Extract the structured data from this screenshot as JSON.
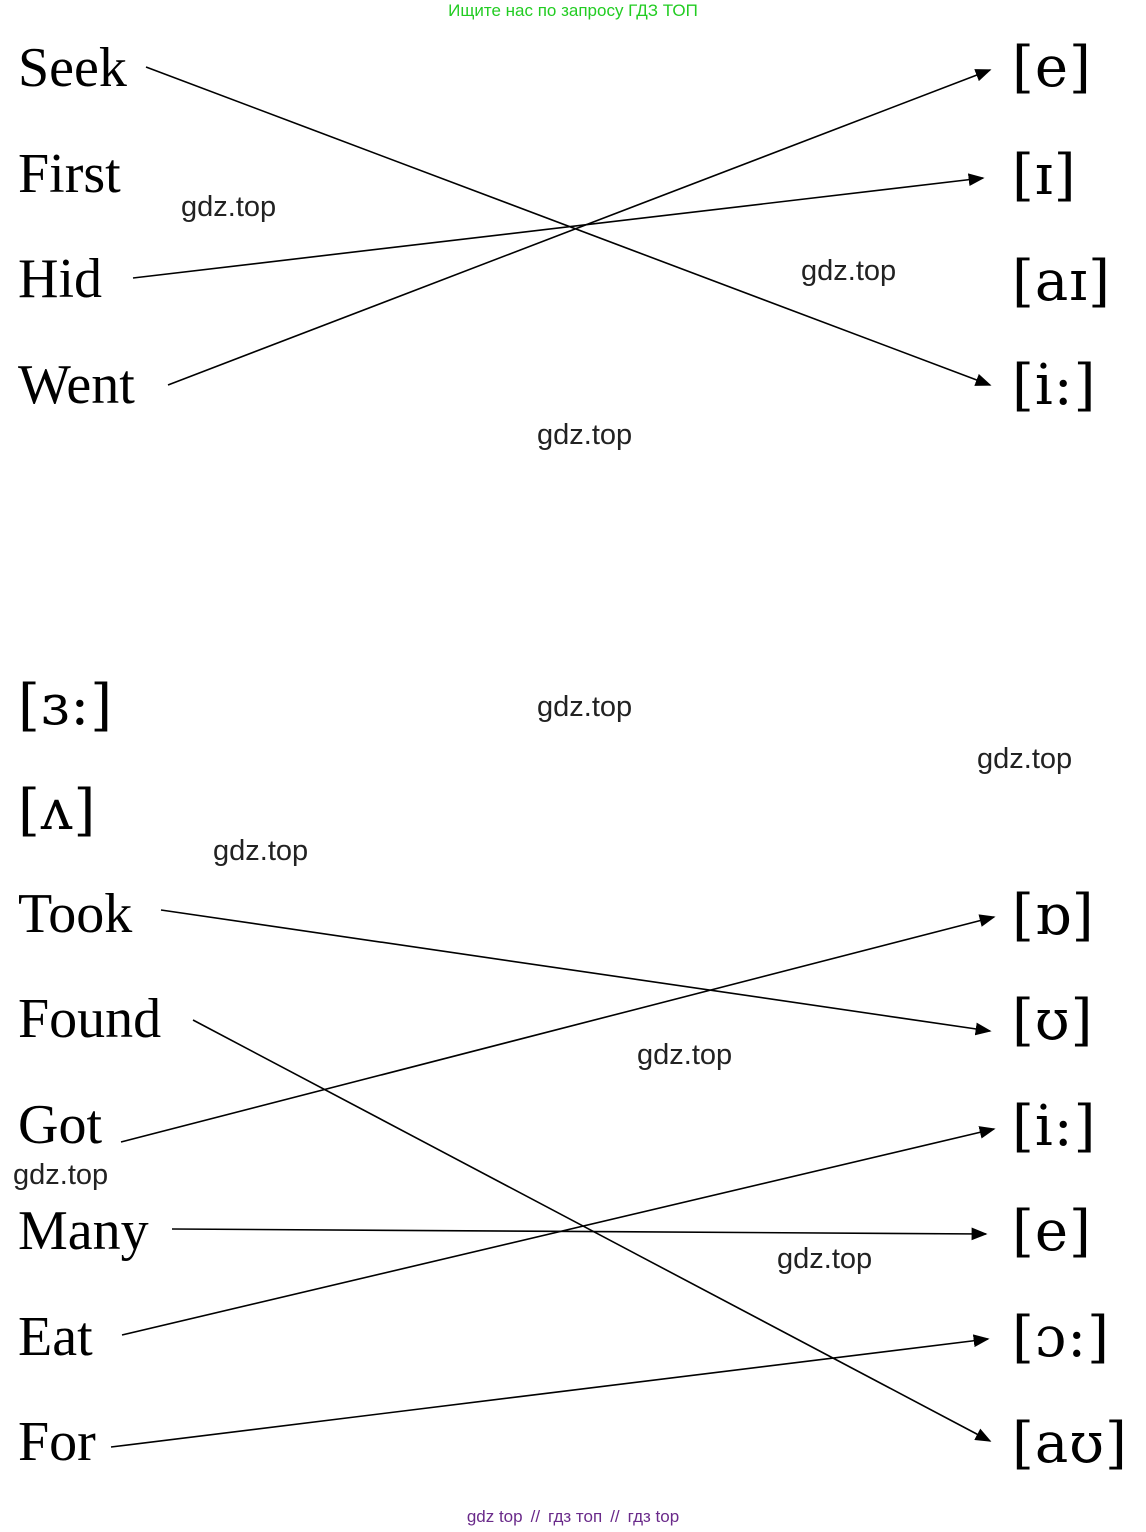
{
  "header": {
    "text": "Ищите нас по запросу ГДЗ ТОП"
  },
  "footer": {
    "parts": [
      "gdz top",
      "гдз топ",
      "гдз top"
    ],
    "separator": "//"
  },
  "top_section": {
    "words": [
      "Seek",
      "First",
      "Hid",
      "Went"
    ],
    "sounds": [
      "[e]",
      "[ɪ]",
      "[aɪ]",
      "[i:]"
    ]
  },
  "bottom_section": {
    "sounds_left": [
      "[ɜ:]",
      "[ʌ]"
    ],
    "words": [
      "Took",
      "Found",
      "Got",
      "Many",
      "Eat",
      "For"
    ],
    "sounds": [
      "[ɒ]",
      "[ʊ]",
      "[i:]",
      "[e]",
      "[ɔ:]",
      "[aʊ]"
    ]
  },
  "watermark": "gdz.top",
  "colors": {
    "header": "#22cc22",
    "footer": "#6a2a8a",
    "lines": "#000000"
  }
}
